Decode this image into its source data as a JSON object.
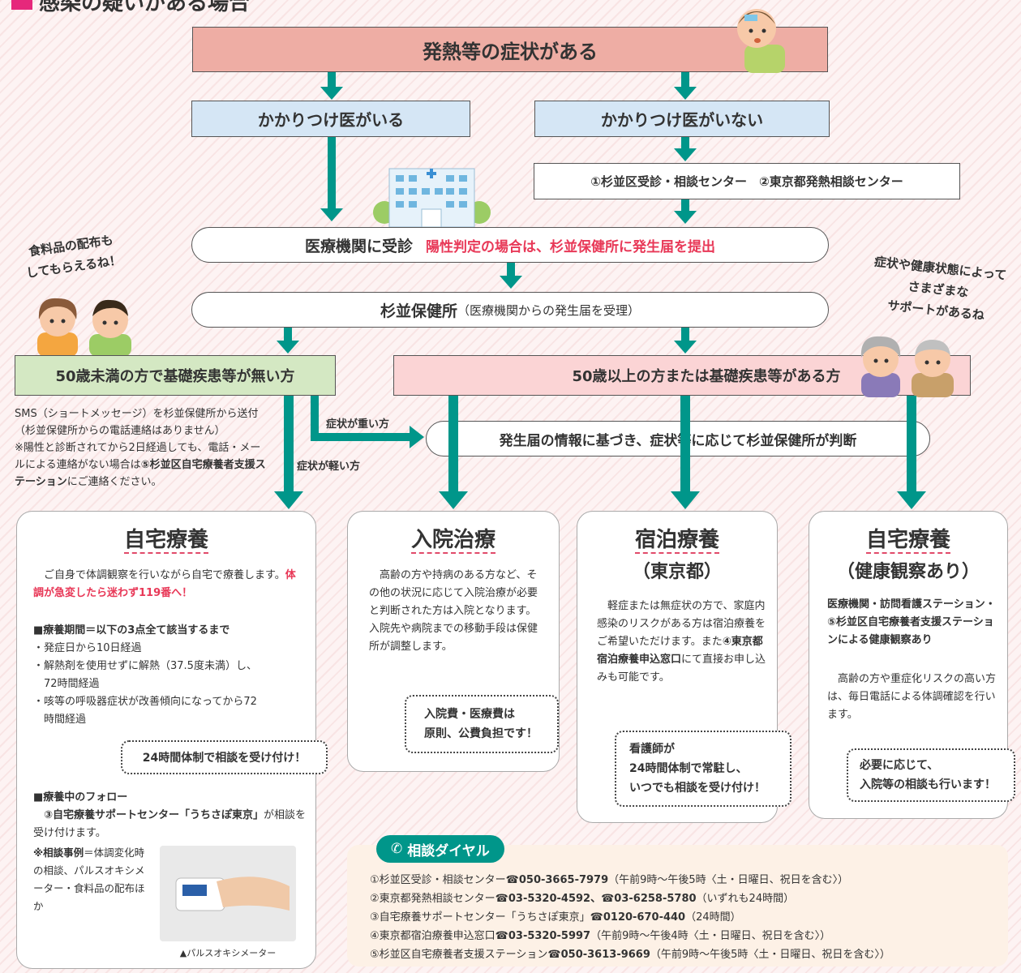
{
  "header": {
    "title": "感染の疑いがある場合",
    "marker_color": "#e6287b"
  },
  "flow": {
    "top": "発熱等の症状がある",
    "has_doctor": "かかりつけ医がいる",
    "no_doctor": "かかりつけ医がいない",
    "centers": "①杉並区受診・相談センター　②東京都発熱相談センター",
    "clinic_main": "医療機関に受診",
    "clinic_red": "陽性判定の場合は、杉並保健所に発生届を提出",
    "health_center_main": "杉並保健所",
    "health_center_sub": "（医療機関からの発生届を受理）",
    "under50": "50歳未満の方で基礎疾患等が無い方",
    "over50": "50歳以上の方または基礎疾患等がある方",
    "judgement": "発生届の情報に基づき、症状等に応じて杉並保健所が判断",
    "severe": "症状が重い方",
    "mild": "症状が軽い方",
    "sms_note_1": "SMS（ショートメッセージ）を杉並保健所から送付（杉並保健所からの電話連絡はありません）",
    "sms_note_2": "※陽性と診断されてから2日経過しても、電話・メールによる連絡がない場合は",
    "sms_note_3": "⑤杉並区自宅療養者支援ステーション",
    "sms_note_4": "にご連絡ください。"
  },
  "speech": {
    "left_1": "食料品の配布も",
    "left_2": "してもらえるね！",
    "right_1": "症状や健康状態によって",
    "right_2": "さまざまな",
    "right_3": "サポートがあるね"
  },
  "cards": {
    "home": {
      "title": "自宅療養",
      "intro": "ご自身で体調観察を行いながら自宅で療養します。",
      "intro_red": "体調が急変したら迷わず119番へ！",
      "period_title": "■療養期間＝以下の3点全て該当するまで",
      "items": [
        "・発症日から10日経過",
        "・解熱剤を使用せずに解熱（37.5度未満）し、",
        "　72時間経過",
        "・咳等の呼吸器症状が改善傾向になってから72",
        "　時間経過"
      ],
      "bubble": "24時間体制で相談を受け付け！",
      "follow_title": "■療養中のフォロー",
      "follow_text_b": "③自宅療養サポートセンター「うちさぽ東京」",
      "follow_text": "が相談を受け付けます。",
      "example_b": "※相談事例",
      "example": "＝体調変化時の相談、パルスオキシメーター・食料品の配布ほか",
      "photo_caption": "▲パルスオキシメーター"
    },
    "hospital": {
      "title": "入院治療",
      "text": "高齢の方や持病のある方など、その他の状況に応じて入院治療が必要と判断された方は入院となります。入院先や病院までの移動手段は保健所が調整します。",
      "bubble_1": "入院費・医療費は",
      "bubble_2": "原則、公費負担です！"
    },
    "hotel": {
      "title": "宿泊療養",
      "subtitle": "（東京都）",
      "text_a": "軽症または無症状の方で、家庭内感染のリスクがある方は宿泊療養をご希望いただけます。また",
      "text_b": "④東京都宿泊療養申込窓口",
      "text_c": "にて直接お申し込みも可能です。",
      "bubble_1": "看護師が",
      "bubble_2": "24時間体制で常駐し、",
      "bubble_3": "いつでも相談を受け付け！"
    },
    "home_watch": {
      "title": "自宅療養",
      "subtitle": "（健康観察あり）",
      "bold": "医療機関・訪問看護ステーション・⑤杉並区自宅療養者支援ステーションによる健康観察あり",
      "text": "高齢の方や重症化リスクの高い方は、毎日電話による体調確認を行います。",
      "bubble_1": "必要に応じて、",
      "bubble_2": "入院等の相談も行います！"
    }
  },
  "dial": {
    "label": "相談ダイヤル",
    "lines": [
      {
        "name": "①杉並区受診・相談センター",
        "tel": "☎050-3665-7979",
        "note": "（午前9時～午後5時〈土・日曜日、祝日を含む〉）"
      },
      {
        "name": "②東京都発熱相談センター",
        "tel": "☎03-5320-4592、☎03-6258-5780",
        "note": "（いずれも24時間）"
      },
      {
        "name": "③自宅療養サポートセンター「うちさぽ東京」",
        "tel": "☎0120-670-440",
        "note": "（24時間）"
      },
      {
        "name": "④東京都宿泊療養申込窓口",
        "tel": "☎03-5320-5997",
        "note": "（午前9時～午後4時〈土・日曜日、祝日を含む〉）"
      },
      {
        "name": "⑤杉並区自宅療養者支援ステーション",
        "tel": "☎050-3613-9669",
        "note": "（午前9時～午後5時〈土・日曜日、祝日を含む〉）"
      }
    ]
  }
}
